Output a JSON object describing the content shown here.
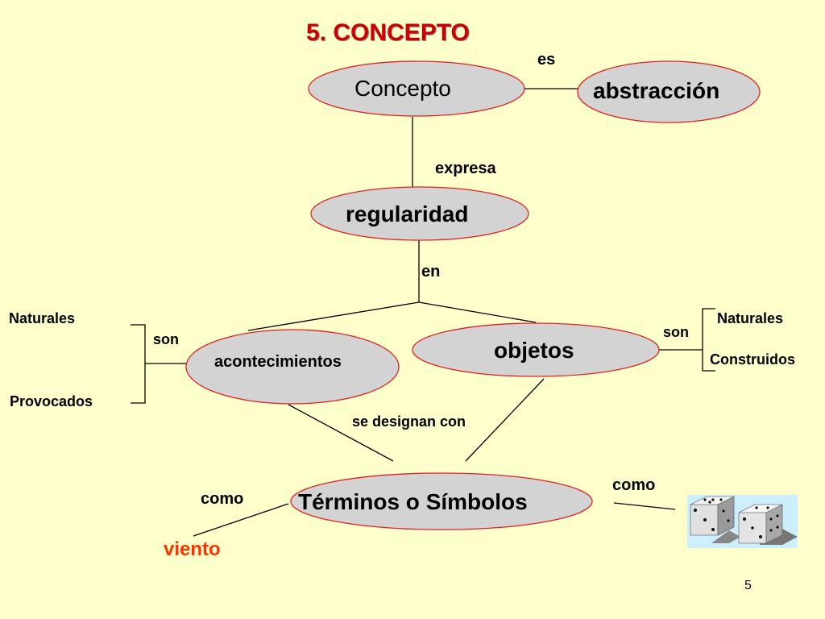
{
  "title": "5. CONCEPTO",
  "page_number": "5",
  "colors": {
    "background": "#ffffcc",
    "node_fill": "#d3d3d3",
    "node_border": "#e02020",
    "title": "#cc0000",
    "highlight_word": "#ff3300"
  },
  "nodes": {
    "concepto": "Concepto",
    "abstraccion": "abstracción",
    "regularidad": "regularidad",
    "acontecimientos": "acontecimientos",
    "objetos": "objetos",
    "terminos": "Términos  o Símbolos"
  },
  "links": {
    "es": "es",
    "expresa": "expresa",
    "en": "en",
    "son_left": "son",
    "son_right": "son",
    "se_designan_con": "se designan con",
    "como_left": "como",
    "como_right": "como"
  },
  "left_branch": {
    "top": "Naturales",
    "bottom": "Provocados"
  },
  "right_branch": {
    "top": "Naturales",
    "bottom": "Construidos"
  },
  "example_word": "viento",
  "image_icon": "dice-icon"
}
